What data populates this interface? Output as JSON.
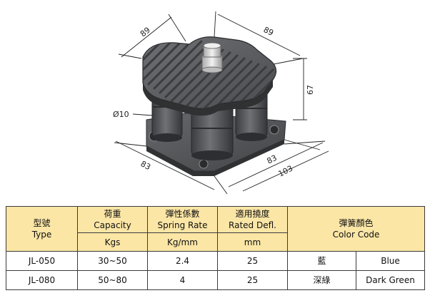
{
  "drawing": {
    "dims": {
      "top_left": "89",
      "top_right": "89",
      "height": "67",
      "bolt": "Ø10",
      "base_left": "83",
      "base_right": "83",
      "base_diag": "103"
    },
    "colors": {
      "body": "#55575a",
      "body_dark": "#2f3133",
      "body_light": "#7a7c7f",
      "bolt": "#d9d9d9",
      "line": "#222222"
    }
  },
  "table": {
    "headers": {
      "model_zh": "型號",
      "model_en": "Type",
      "capacity_zh": "荷重",
      "capacity_en": "Capacity",
      "rate_zh": "彈性係數",
      "rate_en": "Spring Rate",
      "defl_zh": "適用撓度",
      "defl_en": "Rated Defl.",
      "color_zh": "彈簧顏色",
      "color_en": "Color Code",
      "unit_capacity": "Kgs",
      "unit_rate": "Kg/mm",
      "unit_defl": "mm"
    },
    "rows": [
      {
        "type": "JL-050",
        "capacity": "30~50",
        "rate": "2.4",
        "defl": "25",
        "color_zh": "藍",
        "color_en": "Blue"
      },
      {
        "type": "JL-080",
        "capacity": "50~80",
        "rate": "4",
        "defl": "25",
        "color_zh": "深綠",
        "color_en": "Dark Green"
      }
    ]
  }
}
